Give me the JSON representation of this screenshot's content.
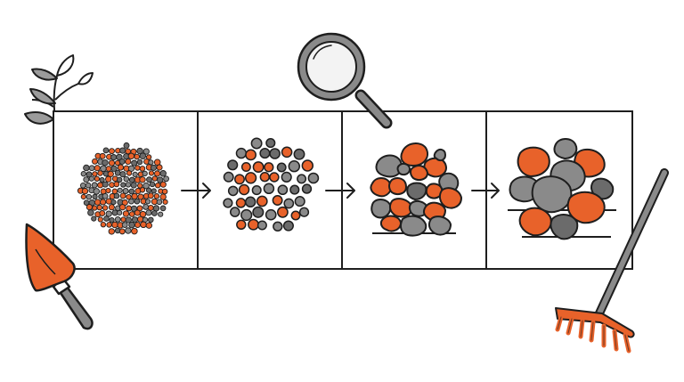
{
  "palette": {
    "orange": "#E8622A",
    "gray": "#8A8A8A",
    "dark_gray": "#6B6B6B",
    "outline": "#1E1E1E",
    "leaf": "#9B9B9B",
    "lens": "#F3F3F3"
  },
  "diagram": {
    "panels": [
      {
        "id": "panel-1",
        "stage": 1,
        "particle_size": "very small",
        "particle_count": "many"
      },
      {
        "id": "panel-2",
        "stage": 2,
        "particle_size": "small",
        "particle_count": "fewer"
      },
      {
        "id": "panel-3",
        "stage": 3,
        "particle_size": "medium",
        "particle_count": "fewer"
      },
      {
        "id": "panel-4",
        "stage": 4,
        "particle_size": "large",
        "particle_count": "fewest"
      }
    ],
    "arrows": [
      {
        "from": "panel-1",
        "to": "panel-2",
        "icon": "arrow-right-icon"
      },
      {
        "from": "panel-2",
        "to": "panel-3",
        "icon": "arrow-right-icon"
      },
      {
        "from": "panel-3",
        "to": "panel-4",
        "icon": "arrow-right-icon"
      }
    ],
    "decorations": [
      "plant-sprout-icon",
      "magnifying-glass-icon",
      "garden-trowel-icon",
      "garden-rake-icon"
    ]
  }
}
